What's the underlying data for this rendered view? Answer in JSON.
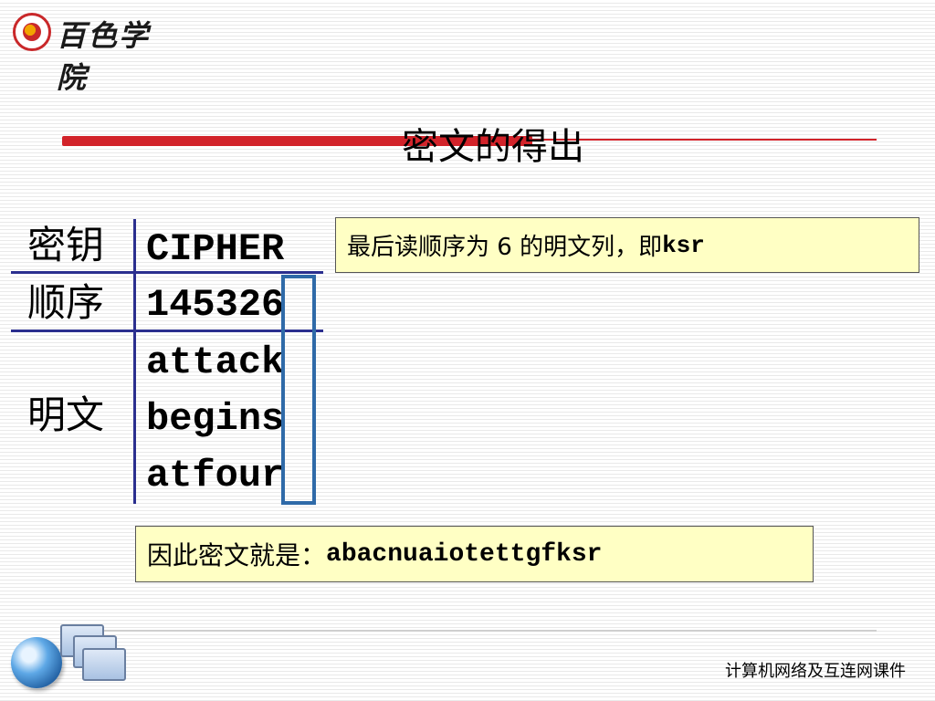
{
  "logo": {
    "text": "百色学院"
  },
  "slide": {
    "title": "密文的得出"
  },
  "table": {
    "key_label": "密钥",
    "order_label": "顺序",
    "plaintext_label": "明文",
    "key_value": "CIPHER",
    "order_value": "145326",
    "plaintext_rows": [
      "attack",
      "begins",
      "atfour"
    ]
  },
  "callout_read": {
    "text": "最后读顺序为 6 的明文列，即 ",
    "code": "ksr"
  },
  "callout_cipher": {
    "text": "因此密文就是：",
    "code": "abacnuaiotettgfksr"
  },
  "footer": {
    "text": "计算机网络及互连网课件"
  },
  "colors": {
    "accent_red": "#d2232a",
    "line_blue": "#2b2f8f",
    "highlight_blue": "#2f6aa8",
    "callout_bg": "#ffffc4"
  }
}
